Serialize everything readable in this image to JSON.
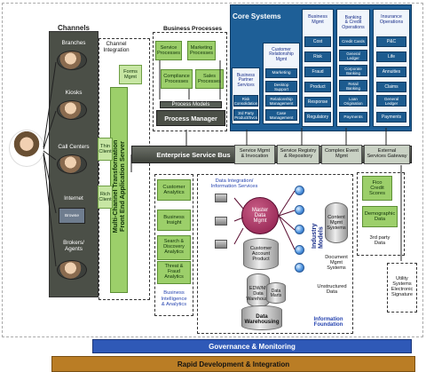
{
  "channels": {
    "title": "Channels",
    "items": [
      "Branches",
      "Kiosks",
      "Call Centers",
      "Internet",
      "Brokers/\nAgents"
    ],
    "browse_tag": "Browse"
  },
  "channel_integration": "Channel\nIntegration",
  "forms_mgmt": "Forms\nMgmt",
  "multi_channel": "Multi-Channel Transformation\nFront End Application Server",
  "thin_client": "Thin\nClient",
  "rich_client": "Rich\nClient",
  "business_processes": {
    "title": "Business Processes",
    "service": "Service\nProcesses",
    "marketing": "Marketing\nProcesses",
    "compliance": "Compliance\nProcesses",
    "sales": "Sales\nProcesses",
    "process_models": "Process Models",
    "process_manager": "Process Manager"
  },
  "core_systems": {
    "title": "Core Systems",
    "partner": {
      "title": "Business\nPartner\nServices",
      "items": [
        "Risk\nConsolidation",
        "3rd Party\nProduct/Svcs"
      ]
    },
    "crm": {
      "title": "Customer\nRelationship\nMgmt",
      "items": [
        "Marketing",
        "Desktop\nSupport",
        "Relationship\nManagement",
        "Case\nManagement"
      ]
    },
    "business_mgmt": {
      "title": "Business\nMgmt",
      "items": [
        "Cost",
        "Risk",
        "Fraud",
        "Product",
        "Response",
        "Regulatory"
      ]
    },
    "banking": {
      "title": "Banking\n& Credit\nOperations",
      "items": [
        "Credit Cards",
        "General\nLedger",
        "Corporate\nBanking",
        "Retail\nBanking",
        "Loan\nOrigination",
        "Payments"
      ]
    },
    "insurance": {
      "title": "Insurance\nOperations",
      "items": [
        "P&C",
        "Life",
        "Annuities",
        "Claims",
        "General\nLedger",
        "Payments"
      ]
    }
  },
  "esb": {
    "title": "Enterprise Service Bus",
    "tabs": [
      "Service Mgmt\n& Invocation",
      "Service Registry\n& Repository",
      "Complex Event\nMgmt",
      "External\nServices Gateway"
    ]
  },
  "bi": {
    "items": [
      "Customer\nAnalytics",
      "Business\nInsight",
      "Search &\nDiscovery\nAnalytics",
      "Threat &\nFraud\nAnalytics"
    ],
    "caption": "Business\nIntelligence\n& Analytics"
  },
  "info": {
    "data_integration": "Data Integration/\nInformation Services",
    "mdm": "Master\nData\nMgmt",
    "industry_models": "Industry\nModels",
    "customer_account": "Customer\nAccount\nProduct",
    "content_mgmt": "Content\nMgmt\nSystems",
    "document_mgmt": "Document\nMgmt\nSystems",
    "unstructured": "Unstructured\nData",
    "edw": "EDW/MI\nData\nWarehouse",
    "data_marts": "Data\nMarts",
    "data_warehousing": "Data\nWarehousing",
    "information_foundation": "Information\nFoundation"
  },
  "external": {
    "fico": "Fico\nCredit\nScores",
    "demographic": "Demographic\nData",
    "third_party": "3rd party\nData",
    "utility": "Utility\nSystems\nElectronic\nSignature"
  },
  "governance": "Governance & Monitoring",
  "rapid_dev": "Rapid Development & Integration",
  "colors": {
    "green": "#9ccf6a",
    "blue": "#1c5b8f",
    "governance": "#2f59b7",
    "rapid": "#ba7d25",
    "channel_bg": "#4b4f47"
  }
}
